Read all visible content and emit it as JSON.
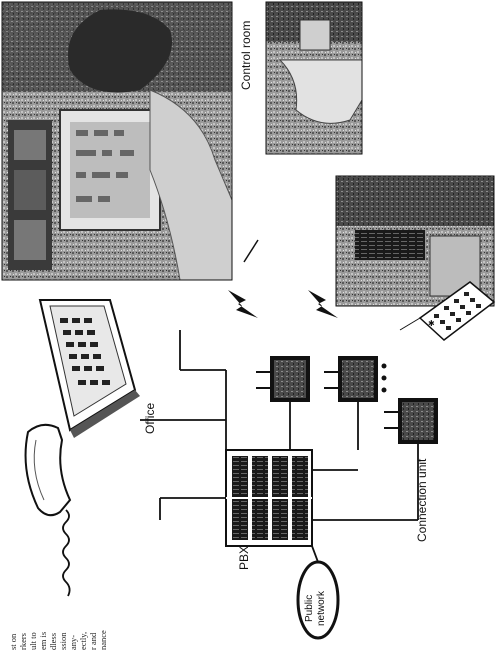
{
  "labels": {
    "office": "Office",
    "control_room": "Control room",
    "pbx": "PBX",
    "connection_unit": "Connection unit",
    "public_network_line1": "Public",
    "public_network_line2": "network"
  },
  "clipped_text": [
    "st on",
    "rkers",
    "ult to",
    "em is",
    "dless",
    "ssion",
    "any-",
    "ectly,",
    "r and",
    "nance"
  ],
  "colors": {
    "ink": "#111111",
    "photo_dark": "#3a3a3a",
    "photo_mid": "#8a8a8a",
    "photo_light": "#d0d0d0"
  }
}
